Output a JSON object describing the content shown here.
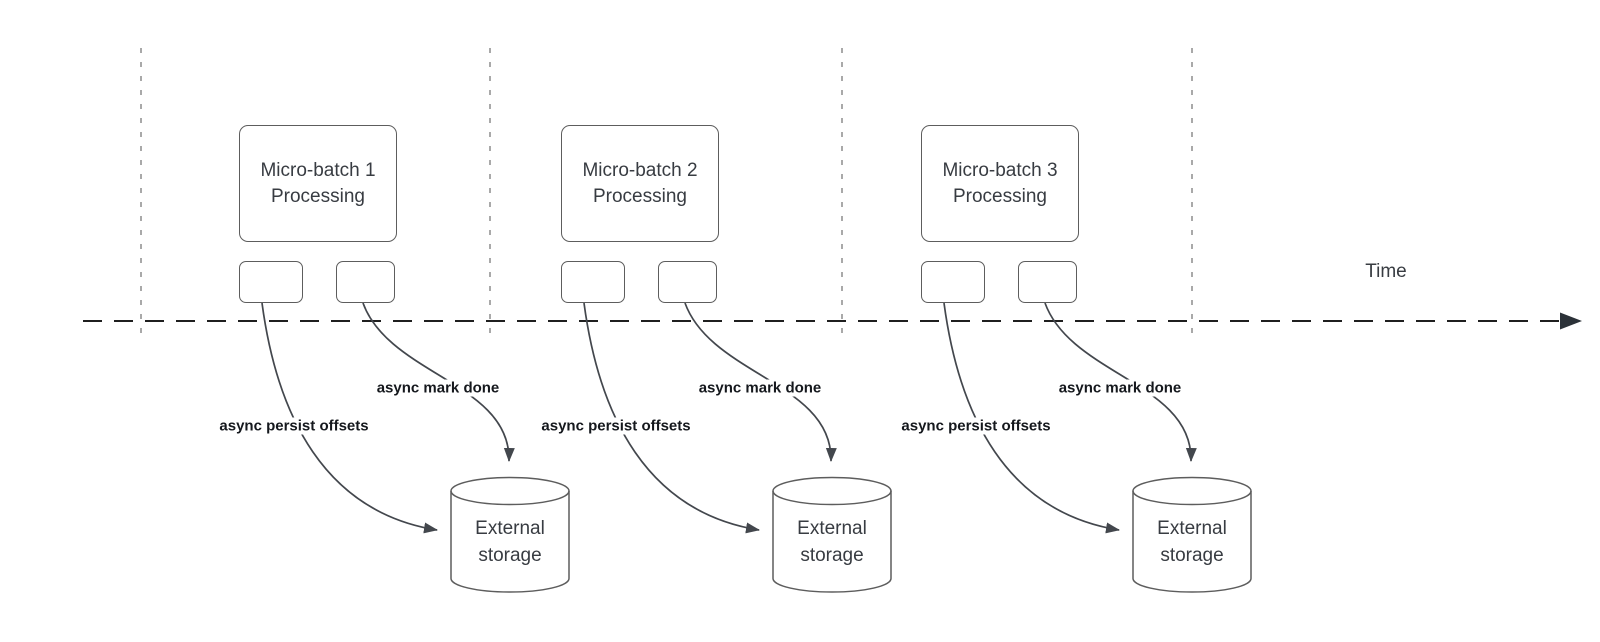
{
  "timeline": {
    "label": "Time"
  },
  "groups": [
    {
      "processing": "Micro-batch 1\nProcessing",
      "persist": "async persist offsets",
      "mark_done": "async mark done",
      "storage": "External\nstorage"
    },
    {
      "processing": "Micro-batch 2\nProcessing",
      "persist": "async persist offsets",
      "mark_done": "async mark done",
      "storage": "External\nstorage"
    },
    {
      "processing": "Micro-batch 3\nProcessing",
      "persist": "async persist offsets",
      "mark_done": "async mark done",
      "storage": "External\nstorage"
    }
  ],
  "colors": {
    "divider": "#a9a9a9",
    "axis": "#1f1f1f",
    "edge": "#43474d",
    "shape_border": "#5d5d5d",
    "text": "#383c42",
    "bold_text": "#15181d"
  }
}
